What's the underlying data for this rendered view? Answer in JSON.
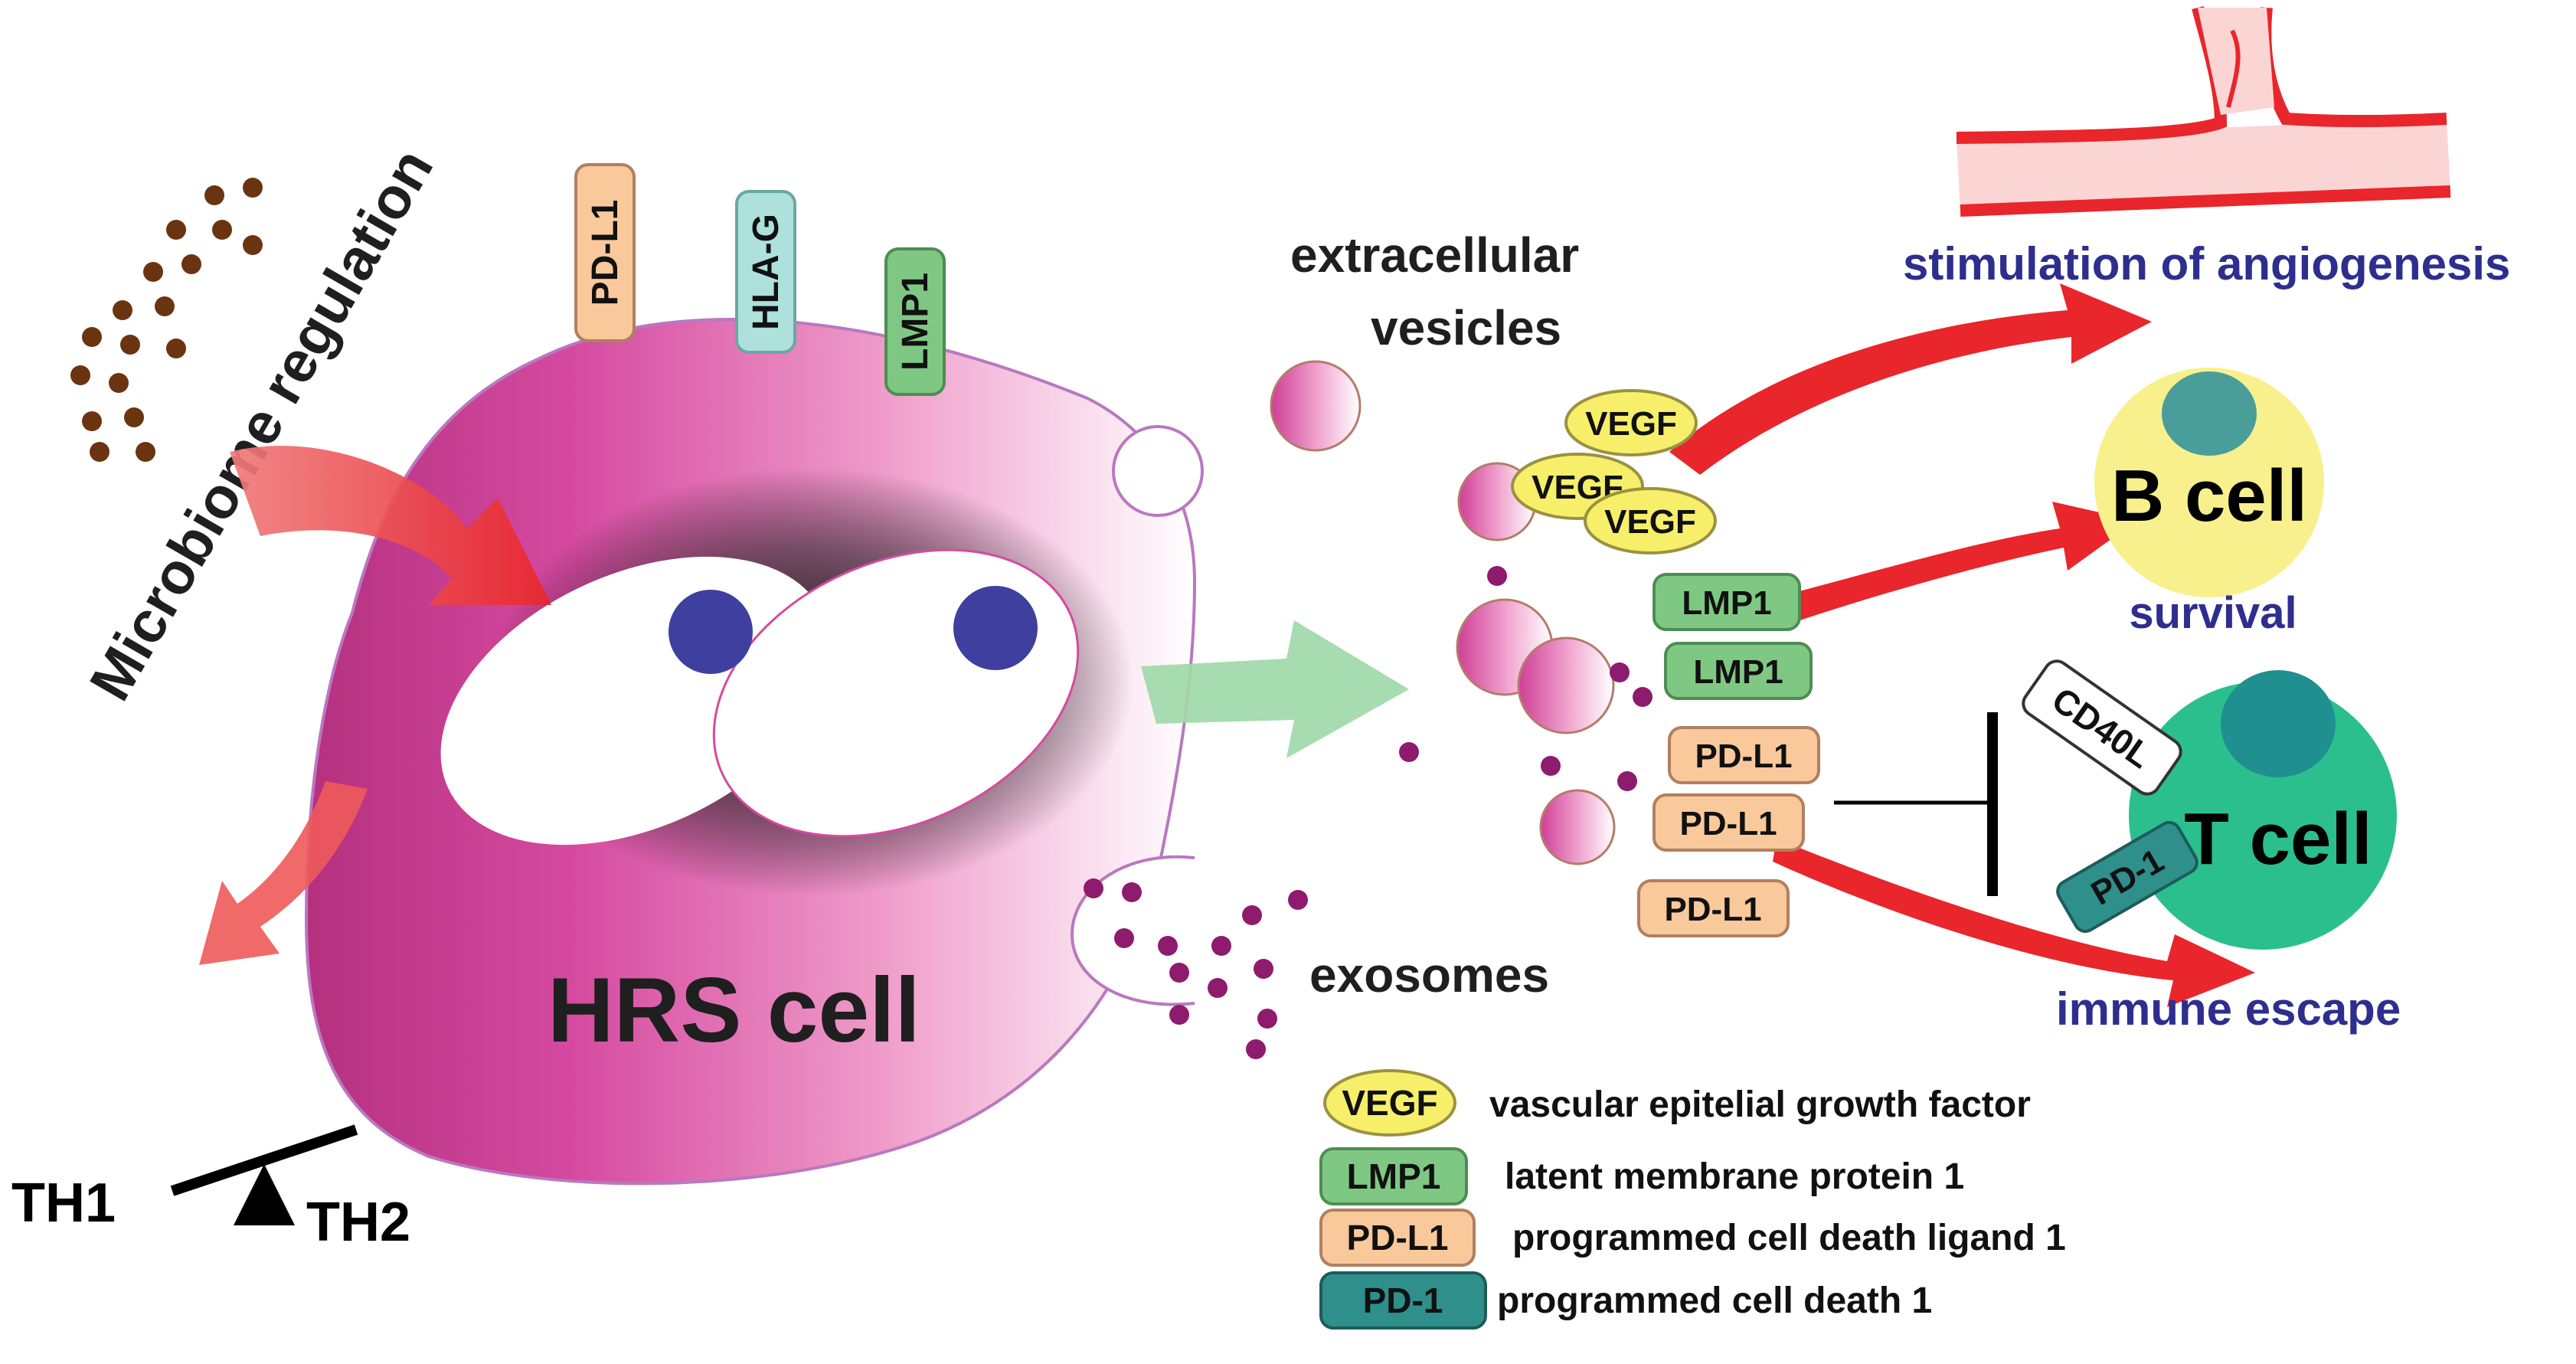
{
  "labels": {
    "microbiome": "Microbiome regulation",
    "hrs_cell": "HRS cell",
    "th1": "TH1",
    "th2": "TH2",
    "extracellular_line1": "extracellular",
    "extracellular_line2": "vesicles",
    "exosomes": "exosomes",
    "angiogenesis": "stimulation of angiogenesis",
    "b_cell": "B cell",
    "survival": "survival",
    "t_cell": "T cell",
    "immune_escape": "immune escape"
  },
  "surface_markers": [
    "PD-L1",
    "HLA-G",
    "LMP1"
  ],
  "vesicle_cargo": {
    "vegf": [
      "VEGF",
      "VEGF",
      "VEGF"
    ],
    "lmp1": [
      "LMP1",
      "LMP1"
    ],
    "pdl1": [
      "PD-L1",
      "PD-L1",
      "PD-L1"
    ]
  },
  "t_cell_markers": {
    "cd40l": "CD40L",
    "pd1": "PD-1"
  },
  "legend": [
    {
      "tag": "VEGF",
      "text": "vascular epitelial growth factor",
      "color": "#f7ef6a"
    },
    {
      "tag": "LMP1",
      "text": "latent membrane protein 1",
      "color": "#7fc883"
    },
    {
      "tag": "PD-L1",
      "text": "programmed cell death ligand 1",
      "color": "#f9c99c"
    },
    {
      "tag": "PD-1",
      "text": "programmed cell death 1",
      "color": "#2f8f8b"
    }
  ],
  "colors": {
    "cell_magenta": "#c2378f",
    "arrow_red": "#e8262b",
    "green_arrow": "#9fd9a9",
    "t_cell_green": "#2bbf8e",
    "b_cell_yellow": "#f7f08d",
    "text_blue": "#2e2e8f",
    "dot_purple": "#8e1b6e",
    "dot_brown": "#6b3410"
  }
}
